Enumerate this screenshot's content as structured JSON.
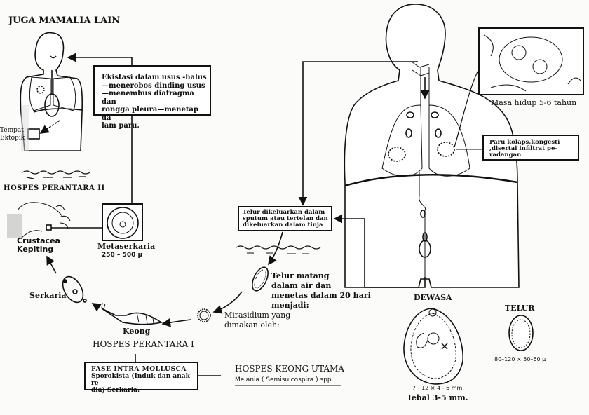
{
  "title_other_mammals": "JUGA MAMALIA LAIN",
  "box_excystation": [
    "Ekistasi dalam usus -halus",
    "—menerobos dinding usus",
    "—menembus diafragma dan",
    "rongga pleura—menetap da",
    "lam paru."
  ],
  "ectopic_label": [
    "Tempat",
    "Ektopik"
  ],
  "second_host_label": "HOSPES PERANTARA II",
  "crustacean_label": [
    "Crustacea",
    "Kepiting"
  ],
  "metacercaria": {
    "label": "Metaserkaria",
    "size": "250 – 500 μ"
  },
  "cercaria_label": "Serkaria",
  "snail_label": "Keong",
  "first_host_label": "HOSPES PERANTARA I",
  "box_intra_mollusca": {
    "title": "FASE INTRA MOLLUSCA",
    "lines": [
      "Sporokista (Induk dan anak re",
      "dia) Serkaria."
    ]
  },
  "main_snail_host": {
    "title": "HOSPES KEONG UTAMA",
    "species": "Melania ( Semisulcospira ) spp."
  },
  "miracidium_label": [
    "Mirasidium yang",
    "dimakan oleh:"
  ],
  "egg_mature_label": [
    "Telur matang",
    "dalam air dan",
    "menetas dalam 20 hari",
    "menjadi:"
  ],
  "box_egg_release": [
    "Telur dikeluarkan dalam",
    "sputum atau tertelan dan",
    "dikeluarkan dalam tinja"
  ],
  "lifespan_label": "Masa hidup 5-6 tahun",
  "box_lung": [
    "Paru kolaps,kongesti",
    ",disertai infiltrat pe-",
    "radangan"
  ],
  "adult": {
    "title": "DEWASA",
    "size": "7 - 12 × 4 - 6 mm.",
    "thickness": "Tebal 3-5 mm."
  },
  "egg": {
    "title": "TELUR",
    "size": "80–120 × 50–60 μ"
  }
}
